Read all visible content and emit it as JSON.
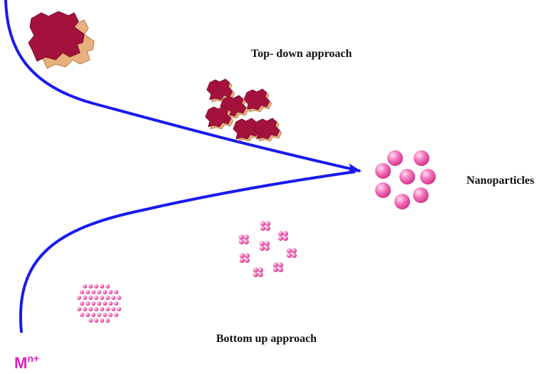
{
  "labels": {
    "top_down": "Top- down approach",
    "bottom_up": "Bottom up approach",
    "nanoparticles": "Nanoparticles",
    "ion_base": "M",
    "ion_superscript": "n+"
  },
  "colors": {
    "arrow": "#1a1aee",
    "bulk_top": "#a3123c",
    "bulk_side": "#e8b07c",
    "particle_light": "#ffe2f2",
    "particle_mid": "#f67ac0",
    "particle_dark": "#d2338a",
    "ion": "#e020c0"
  },
  "icons": {
    "bulk_material": "bulk-material-chunk",
    "fragments": "bulk-fragment",
    "nanoparticle": "pink-sphere",
    "cluster": "atom-cluster",
    "atoms": "metal-ion-atom"
  }
}
